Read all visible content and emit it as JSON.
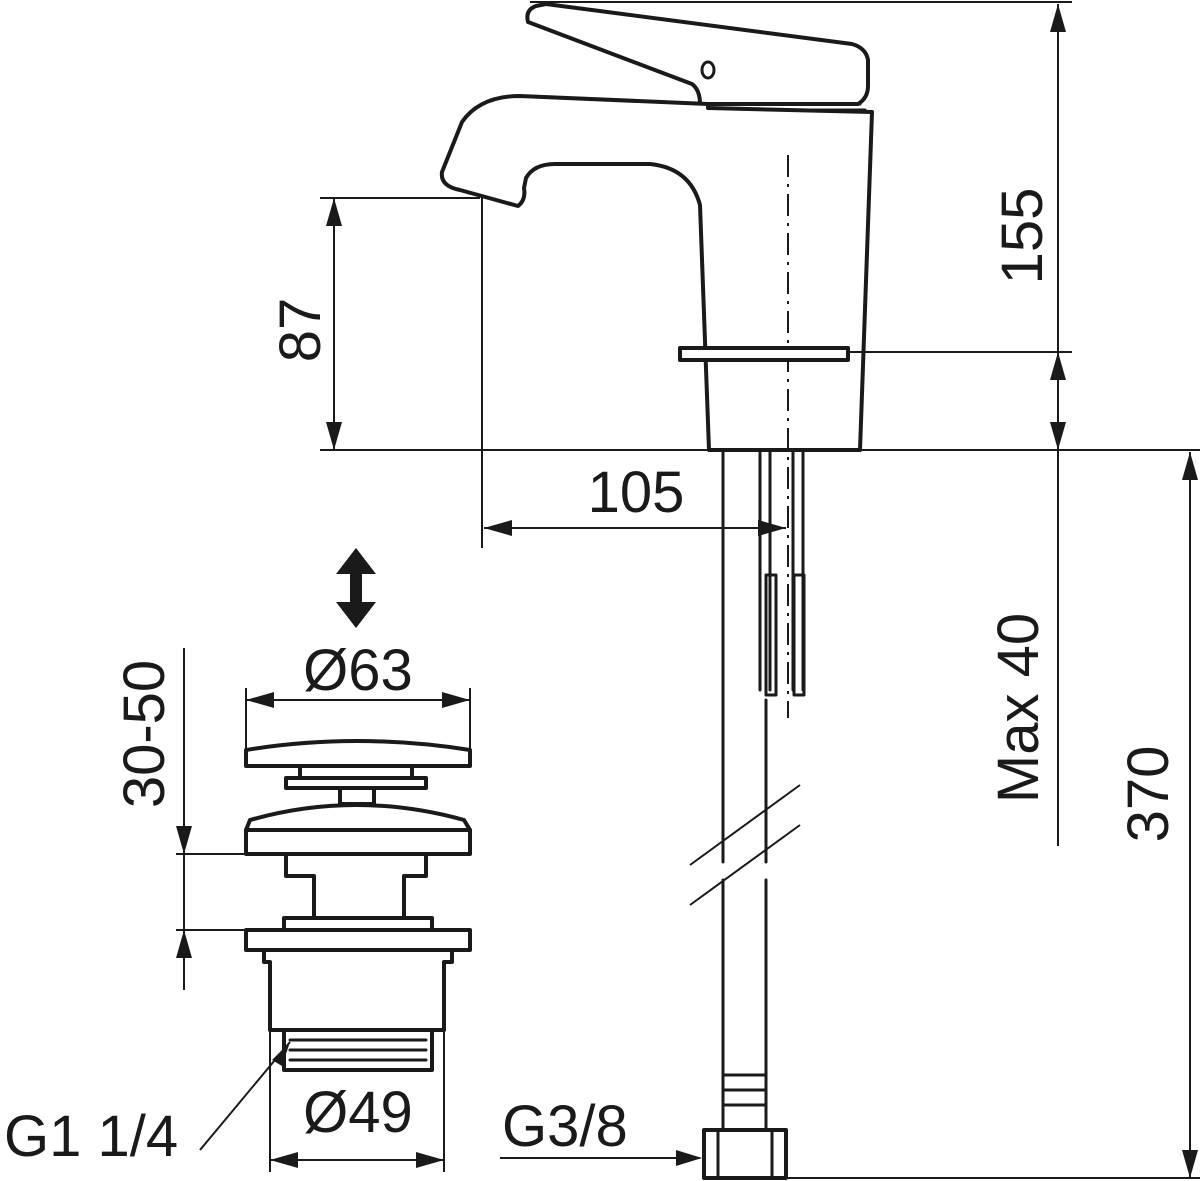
{
  "dimensions": {
    "spout_height": "87",
    "total_height": "155",
    "reach": "105",
    "max_thickness": "Max 40",
    "hose_length": "370",
    "waste_stroke": "30-50",
    "waste_top_diameter": "Ø63",
    "waste_body_diameter": "Ø49"
  },
  "threads": {
    "waste_thread": "G1 1/4",
    "hose_thread": "G3/8"
  },
  "colors": {
    "line": "#1a1a1a",
    "background": "#ffffff"
  }
}
